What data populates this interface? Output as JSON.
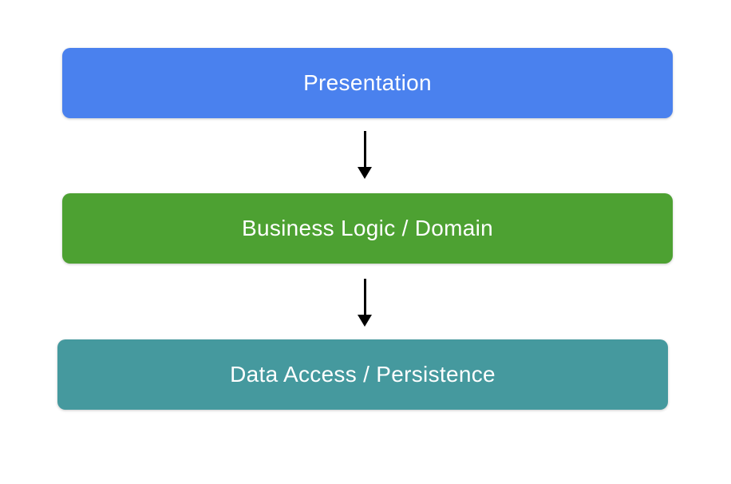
{
  "diagram": {
    "background_color": "#ffffff",
    "text_color": "#ffffff",
    "arrow_color": "#000000",
    "layers": [
      {
        "label": "Presentation",
        "color": "#4a81ee"
      },
      {
        "label": "Business Logic / Domain",
        "color": "#4da132"
      },
      {
        "label": "Data Access / Persistence",
        "color": "#45999e"
      }
    ],
    "connections": [
      {
        "from": "Presentation",
        "to": "Business Logic / Domain",
        "icon": "arrow-down-icon"
      },
      {
        "from": "Business Logic / Domain",
        "to": "Data Access / Persistence",
        "icon": "arrow-down-icon"
      }
    ]
  }
}
